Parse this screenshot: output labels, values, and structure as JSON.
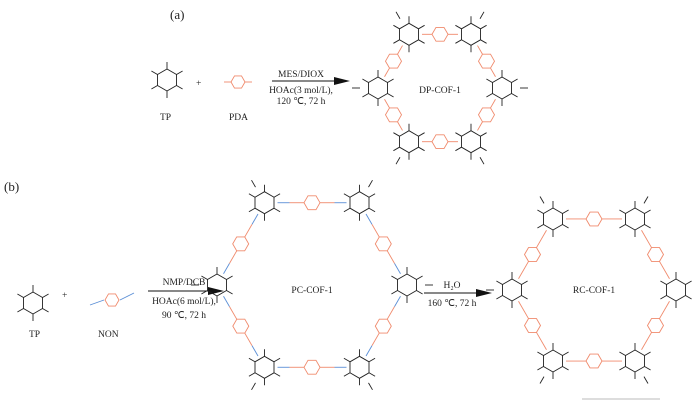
{
  "panel_a": {
    "label": "(a)",
    "monomer1": "TP",
    "plus": "+",
    "monomer2": "PDA",
    "conditions": [
      "MES/DIOX",
      "HOAc(3 mol/L),",
      "120 ℃, 72 h"
    ],
    "product": "DP-COF-1"
  },
  "panel_b": {
    "label": "(b)",
    "monomer1": "TP",
    "plus": "+",
    "monomer2": "NON",
    "conditions": [
      "NMP/DCB",
      "HOAc(6 mol/L),",
      "90 ℃, 72 h"
    ],
    "product1": "PC-COF-1",
    "step2_conditions": [
      "H₂O",
      "160 ℃, 72 h"
    ],
    "product2": "RC-COF-1"
  },
  "colors": {
    "core": "#222222",
    "linker": "#f08a6c",
    "urea": "#5b8fd6"
  }
}
